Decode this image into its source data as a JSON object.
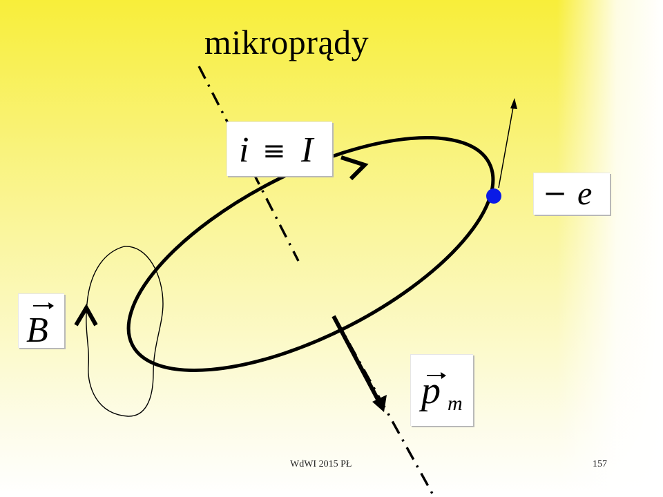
{
  "slide": {
    "title": "mikroprądy",
    "footer_left": "WdWI 2015 PŁ",
    "footer_right": "157"
  },
  "labels": {
    "current": {
      "left": "i",
      "operator": "≡",
      "right": "I"
    },
    "electron": {
      "sign": "−",
      "symbol": "e"
    },
    "field": {
      "symbol": "B"
    },
    "moment": {
      "symbol": "p",
      "subscript": "m"
    }
  },
  "colors": {
    "background_top": "#f8ee3a",
    "background_bottom": "#ffffff",
    "electron": "#0a1ae6",
    "ink": "#000000"
  }
}
